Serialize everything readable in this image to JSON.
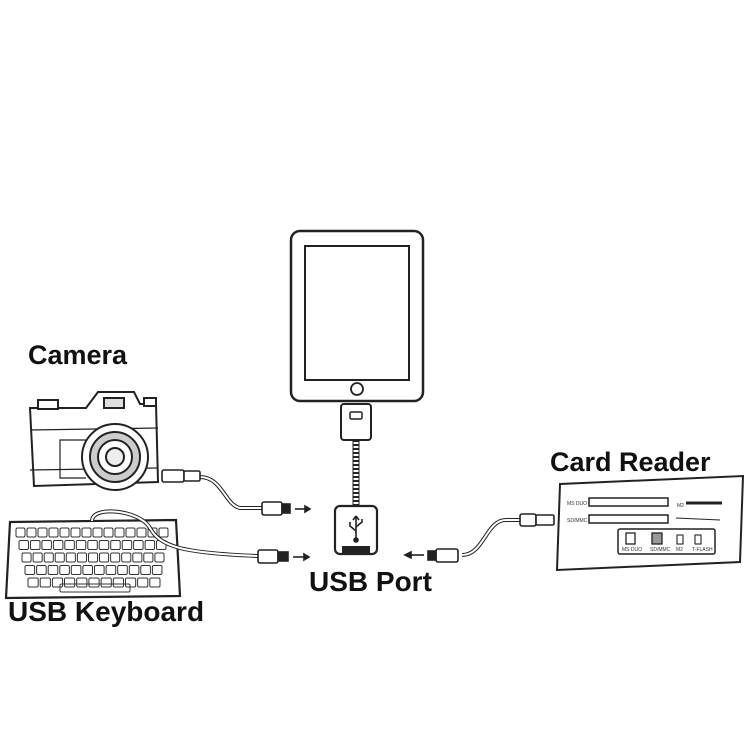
{
  "labels": {
    "camera": "Camera",
    "keyboard": "USB Keyboard",
    "usb_port": "USB Port",
    "card_reader": "Card Reader"
  },
  "card_reader_slots": {
    "slot_top": "MS DUO",
    "slot_bottom": "SD/MMC",
    "slot_right": "M2",
    "cards": [
      "MS DUO",
      "SD/MMC",
      "M2",
      "T-FLASH"
    ]
  },
  "icons": {
    "usb": "usb-trident-icon",
    "home": "home-button-icon",
    "arrow": "arrow-right-icon"
  },
  "colors": {
    "line": "#222222",
    "fill": "#ffffff"
  }
}
